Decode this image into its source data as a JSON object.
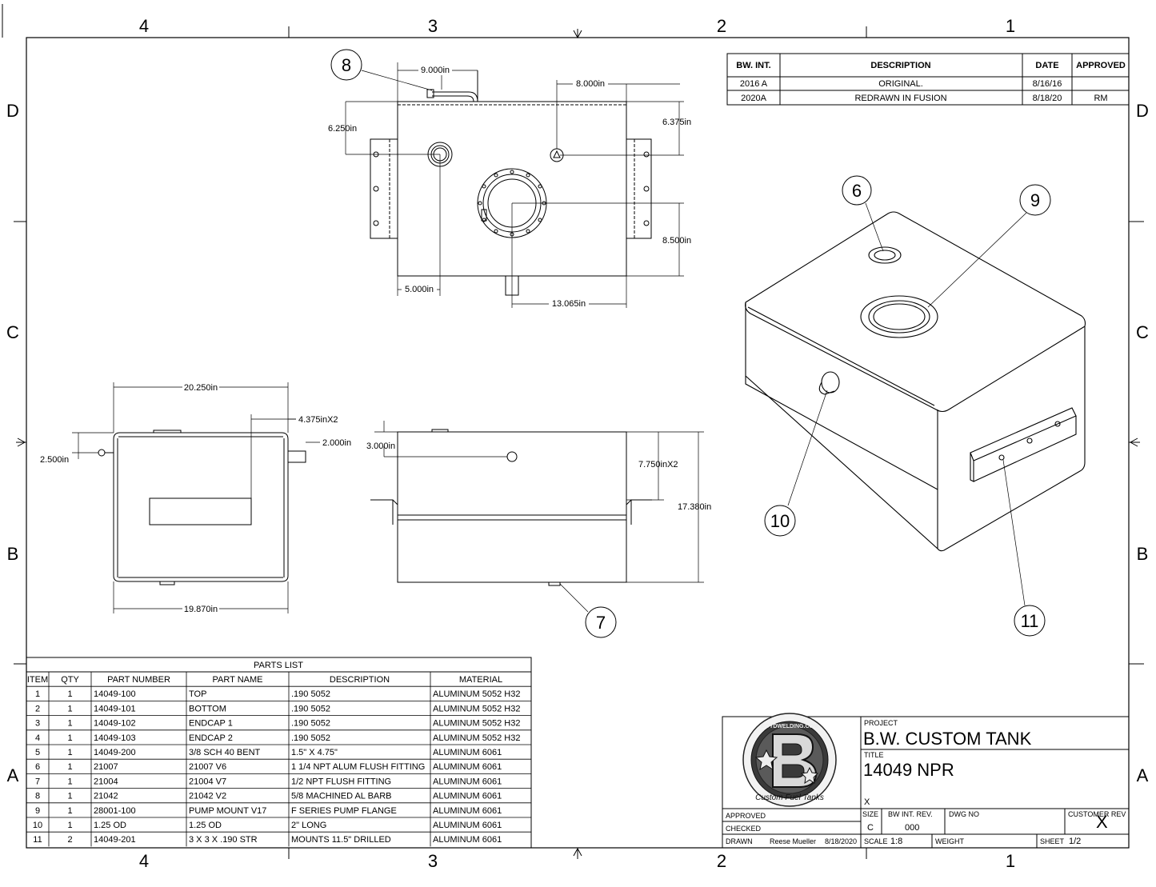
{
  "zones": {
    "columns": [
      "4",
      "3",
      "2",
      "1"
    ],
    "rows": [
      "D",
      "C",
      "B",
      "A"
    ]
  },
  "revisions": {
    "headers": [
      "BW. INT.",
      "DESCRIPTION",
      "DATE",
      "APPROVED"
    ],
    "rows": [
      [
        "2016 A",
        "ORIGINAL.",
        "8/16/16",
        ""
      ],
      [
        "2020A",
        "REDRAWN IN FUSION",
        "8/18/20",
        "RM"
      ]
    ]
  },
  "dimensions": {
    "top_9": "9.000in",
    "top_8": "8.000in",
    "top_6250": "6.250in",
    "top_6375": "6.375in",
    "top_8500": "8.500in",
    "top_5000": "5.000in",
    "top_13065": "13.065in",
    "end_20250": "20.250in",
    "end_4375": "4.375inX2",
    "end_2000": "2.000in",
    "end_2500": "2.500in",
    "end_19870": "19.870in",
    "side_3000": "3.000in",
    "side_7750": "7.750inX2",
    "side_17380": "17.380in"
  },
  "balloons": [
    "8",
    "6",
    "9",
    "10",
    "7",
    "11"
  ],
  "parts_list": {
    "title": "PARTS LIST",
    "headers": [
      "ITEM",
      "QTY",
      "PART NUMBER",
      "PART NAME",
      "DESCRIPTION",
      "MATERIAL"
    ],
    "rows": [
      [
        "1",
        "1",
        "14049-100",
        "TOP",
        ".190 5052",
        "ALUMINUM 5052 H32"
      ],
      [
        "2",
        "1",
        "14049-101",
        "BOTTOM",
        ".190 5052",
        "ALUMINUM 5052 H32"
      ],
      [
        "3",
        "1",
        "14049-102",
        "ENDCAP 1",
        ".190 5052",
        "ALUMINUM 5052 H32"
      ],
      [
        "4",
        "1",
        "14049-103",
        "ENDCAP 2",
        ".190 5052",
        "ALUMINUM 5052 H32"
      ],
      [
        "5",
        "1",
        "14049-200",
        "3/8 SCH 40 BENT",
        "1.5\" X 4.75\"",
        "ALUMINUM 6061"
      ],
      [
        "6",
        "1",
        "21007",
        "21007 V6",
        "1 1/4 NPT ALUM FLUSH FITTING",
        "ALUMINUM 6061"
      ],
      [
        "7",
        "1",
        "21004",
        "21004 V7",
        "1/2 NPT FLUSH FITTING",
        "ALUMINUM 6061"
      ],
      [
        "8",
        "1",
        "21042",
        "21042 V2",
        "5/8 MACHINED AL BARB",
        "ALUMINUM 6061"
      ],
      [
        "9",
        "1",
        "28001-100",
        "PUMP MOUNT V17",
        "F SERIES PUMP FLANGE",
        "ALUMINUM 6061"
      ],
      [
        "10",
        "1",
        "1.25 OD",
        "1.25 OD",
        "2\" LONG",
        "ALUMINUM 6061"
      ],
      [
        "11",
        "2",
        "14049-201",
        "3 X 3 X .190 STR",
        "MOUNTS 11.5\" DRILLED",
        "ALUMINUM 6061"
      ]
    ]
  },
  "title_block": {
    "project_label": "PROJECT",
    "project": "B.W. CUSTOM TANK",
    "title_label": "TITLE",
    "title": "14049 NPR",
    "x_mark": "X",
    "approved_label": "APPROVED",
    "checked_label": "CHECKED",
    "drawn_label": "DRAWN",
    "drawn_by": "Reese Mueller",
    "drawn_date": "8/18/2020",
    "size_label": "SIZE",
    "size": "C",
    "bw_rev_label": "BW INT. REV.",
    "bw_rev": "000",
    "dwg_label": "DWG NO",
    "cust_rev_label": "CUSTOMER REV",
    "cust_rev": "X",
    "scale_label": "SCALE",
    "scale": "1:8",
    "weight_label": "WEIGHT",
    "sheet_label": "SHEET",
    "sheet": "1/2",
    "logo_text": "BOYDWELDING.COM",
    "logo_script": "Custom Fuel Tanks"
  }
}
